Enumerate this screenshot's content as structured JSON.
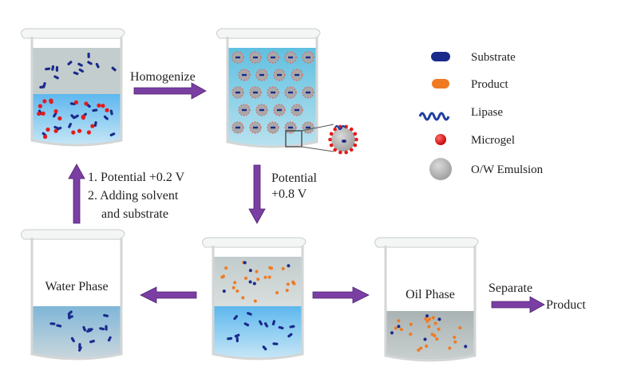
{
  "steps": {
    "homogenize": "Homogenize",
    "potential_high_line1": "Potential",
    "potential_high_line2": "+0.8 V",
    "recycle_line1": "1. Potential +0.2 V",
    "recycle_line2": "2. Adding solvent",
    "recycle_line3": "and substrate",
    "separate": "Separate",
    "product_out": "Product"
  },
  "beakers": {
    "water_phase": "Water Phase",
    "oil_phase": "Oil Phase"
  },
  "legend": [
    {
      "label": "Substrate",
      "icon": "substrate-icon",
      "color": "#1a2a8c"
    },
    {
      "label": "Product",
      "icon": "product-icon",
      "color": "#f07a22"
    },
    {
      "label": "Lipase",
      "icon": "lipase-icon",
      "color": "#1f3f9f"
    },
    {
      "label": "Microgel",
      "icon": "microgel-icon",
      "color": "#e21b1b"
    },
    {
      "label": "O/W Emulsion",
      "icon": "emulsion-icon",
      "color": "#bdbdbd"
    }
  ],
  "colors": {
    "arrow": "#7b3ea3",
    "oil": "#c8d0d0",
    "water": "#7ec3e8",
    "emulsion_liquid": "#8fd0e6",
    "substrate": "#1a2a8c",
    "product": "#f07a22",
    "microgel": "#e21b1b"
  }
}
